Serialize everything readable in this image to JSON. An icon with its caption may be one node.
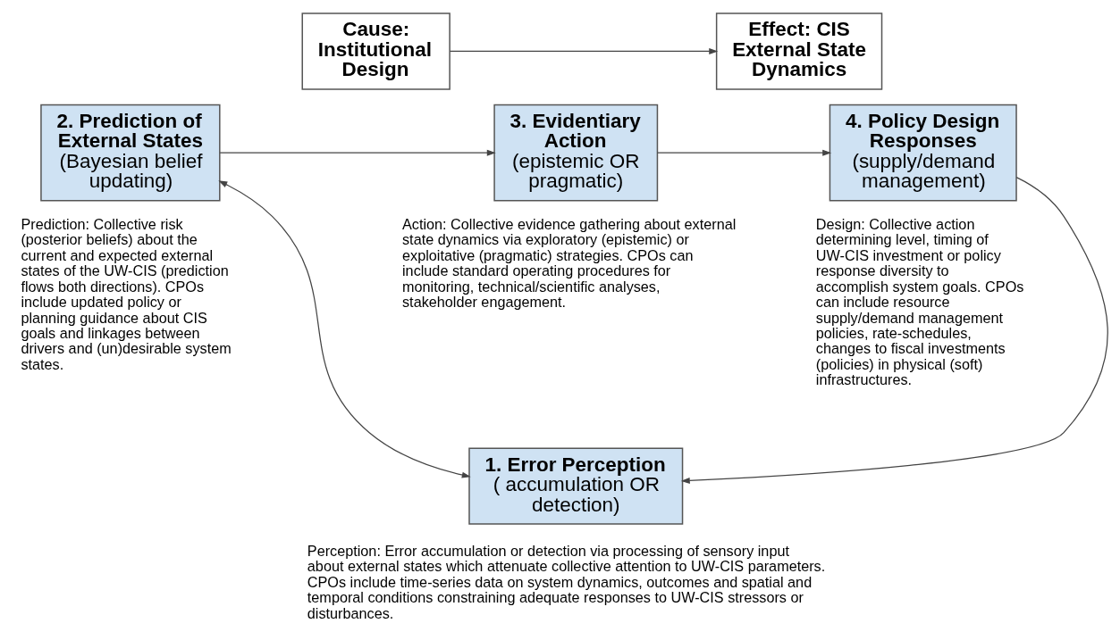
{
  "diagram": {
    "nodes": [
      {
        "text": [
          "Cause: Institutional Design"
        ]
      },
      {
        "text": [
          "Effect: CIS External State Dynamics"
        ]
      },
      {
        "text": [
          "2. Prediction of External States",
          "(Bayesian belief updating)"
        ],
        "beside": [
          "Prediction: Collective risk (posterior beliefs) about the current and expected external states of the UW-CIS (prediction flows both directions). CPOs include updated policy or planning guidance about CIS goals and linkages between drivers and (un)desirable system states."
        ]
      },
      {
        "text": [
          "3. Evidentiary Action",
          "(epistemic OR pragmatic)"
        ],
        "beside": [
          "Action: Collective evidence gathering about external state dynamics via exploratory (epistemic) or exploitative (pragmatic) strategies. CPOs can include standard operating procedures for monitoring, technical/scientific analyses, stakeholder engagement."
        ]
      },
      {
        "text": [
          "4. Policy Design Responses",
          "(supply/demand management)"
        ],
        "beside": [
          "Design: Collective action determining level, timing of UW-CIS investment or policy response diversity to accomplish system goals. CPOs can include resource supply/demand management policies, rate-schedules, changes to fiscal investments (policies) in physical (soft) infrastructures."
        ]
      },
      {
        "text": [
          "1. Error Perception",
          "( accumulation OR detection)"
        ],
        "beside": [
          "Perception: Error accumulation or detection via processing of sensory input about external states which attenuate collective attention to UW-CIS parameters. CPOs include time-series data on system dynamics, outcomes and spatial and temporal conditions constraining adequate responses to UW-CIS stressors or disturbances."
        ]
      }
    ],
    "edges": [
      {
        "from": 0,
        "to": 1,
        "arrow": "to"
      },
      {
        "from": 2,
        "to": 3,
        "arrow": "to"
      },
      {
        "from": 3,
        "to": 4,
        "arrow": "to"
      },
      {
        "from": 4,
        "to": 5,
        "arrow": "to"
      },
      {
        "from": 2,
        "to": 5,
        "arrow": "both"
      }
    ]
  }
}
